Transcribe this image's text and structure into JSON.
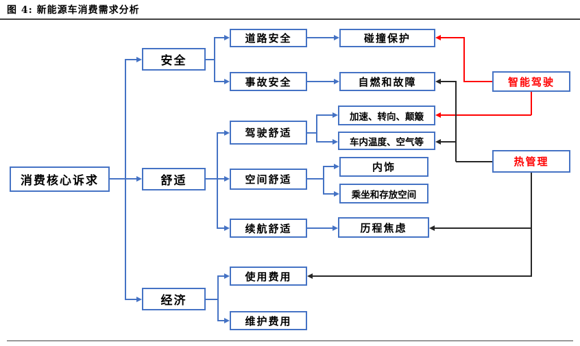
{
  "figure": {
    "title": "图 4: 新能源车消费需求分析"
  },
  "colors": {
    "box_border": "#4472C4",
    "tree_line": "#4472C4",
    "smart_driving_line": "#FF0000",
    "thermal_line": "#262626",
    "highlight_text": "#FF0000",
    "text": "#000000",
    "rule": "#404040"
  },
  "nodes": {
    "root": {
      "label": "消费核心诉求"
    },
    "safety": {
      "label": "安全"
    },
    "comfort": {
      "label": "舒适"
    },
    "economy": {
      "label": "经济"
    },
    "road_safety": {
      "label": "道路安全"
    },
    "accident_safety": {
      "label": "事故安全"
    },
    "driving_comfort": {
      "label": "驾驶舒适"
    },
    "space_comfort": {
      "label": "空间舒适"
    },
    "range_comfort": {
      "label": "续航舒适"
    },
    "collision_protection": {
      "label": "碰撞保护"
    },
    "fire_and_failure": {
      "label": "自燃和故障"
    },
    "accel_steering_bump": {
      "label": "加速、转向、颠簸"
    },
    "cabin_temp_air": {
      "label": "车内温度、空气等"
    },
    "interior_trim": {
      "label": "内饰"
    },
    "seating_storage": {
      "label": "乘坐和存放空间"
    },
    "mileage_anxiety": {
      "label": "历程焦虑"
    },
    "usage_cost": {
      "label": "使用费用"
    },
    "maintenance_cost": {
      "label": "维护费用"
    },
    "smart_driving": {
      "label": "智能驾驶"
    },
    "thermal_management": {
      "label": "热管理"
    }
  }
}
